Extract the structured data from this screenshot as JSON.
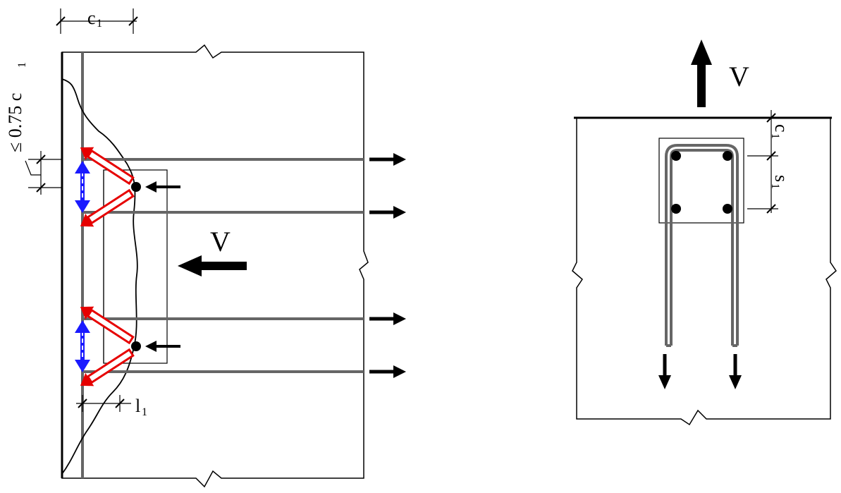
{
  "left_view": {
    "dim_c1": {
      "main": "c",
      "sub": "1"
    },
    "dim_075": {
      "prefix": "≤ 0.75 c",
      "sub": "1"
    },
    "dim_l1": {
      "main": "l",
      "sub": "1"
    },
    "force_label": "V"
  },
  "right_view": {
    "force_label": "V",
    "dim_c1": {
      "main": "c",
      "sub": "1"
    },
    "dim_s1": {
      "main": "s",
      "sub": "1"
    }
  },
  "colors": {
    "line": "#000000",
    "rebar": "#666666",
    "strut": "#e60000",
    "tie": "#1a1aff"
  }
}
